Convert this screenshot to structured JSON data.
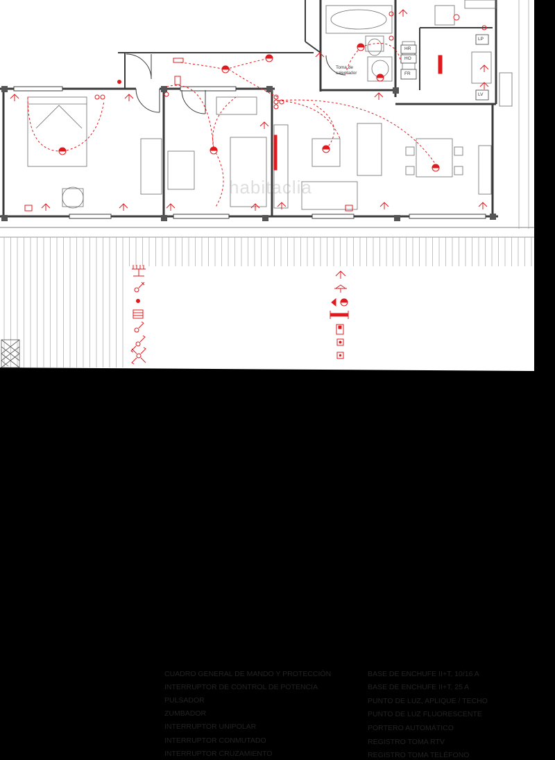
{
  "plan": {
    "watermark": "habitaclia",
    "room_labels": {
      "water_heater": [
        "Toma de",
        "calentador"
      ],
      "hr": "HR",
      "ho": "HO",
      "fr": "FR",
      "lp": "LP",
      "lv": "LV"
    }
  },
  "legend": {
    "left": [
      {
        "icon": "panel-icon",
        "label": "CUADRO GENERAL DE MANDO Y PROTECCIÓN"
      },
      {
        "icon": "power-switch-icon",
        "label": "INTERRUPTOR DE CONTROL DE POTENCIA"
      },
      {
        "icon": "pushbutton-icon",
        "label": "PULSADOR"
      },
      {
        "icon": "buzzer-icon",
        "label": "ZUMBADOR"
      },
      {
        "icon": "single-switch-icon",
        "label": "INTERRUPTOR UNIPOLAR"
      },
      {
        "icon": "two-way-switch-icon",
        "label": "INTERRUPTOR CONMUTADO"
      },
      {
        "icon": "cross-switch-icon",
        "label": "INTERRUPTOR CRUZAMIENTO"
      }
    ],
    "right": [
      {
        "icon": "socket-16a-icon",
        "label": "BASE DE ENCHUFE II+T, 10/16 A"
      },
      {
        "icon": "socket-25a-icon",
        "label": "BASE DE ENCHUFE II+T, 25 A"
      },
      {
        "icon": "light-point-icon",
        "label": "PUNTO DE LUZ, APLIQUE / TECHO"
      },
      {
        "icon": "fluorescent-icon",
        "label": "PUNTO DE LUZ  FLUORESCENTE"
      },
      {
        "icon": "intercom-icon",
        "label": "PORTERO AUTOMÁTICO"
      },
      {
        "icon": "tv-outlet-icon",
        "label": "REGISTRO TOMA RTV"
      },
      {
        "icon": "phone-outlet-icon",
        "label": "REGISTRO TOMA TELÉFONO"
      }
    ]
  },
  "colors": {
    "accent": "#e0191e",
    "line": "#3a3a3a",
    "paper": "#ffffff",
    "frame": "#000000"
  }
}
